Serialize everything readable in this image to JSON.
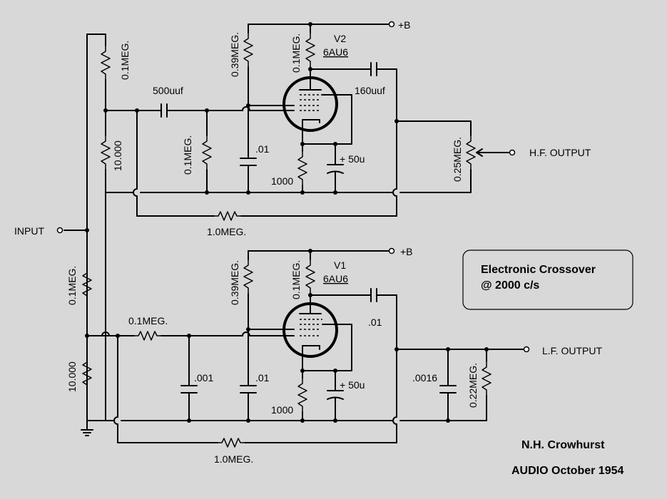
{
  "labels": {
    "input": "INPUT",
    "plus_b": "+B",
    "hf_output": "H.F. OUTPUT",
    "lf_output": "L.F. OUTPUT",
    "r_0_1meg": "0.1MEG.",
    "r_10000": "10.000",
    "r_0_39meg": "0.39MEG.",
    "r_0_25meg": "0.25MEG.",
    "r_0_22meg": "0.22MEG.",
    "r_1000": "1000",
    "r_1_0meg": "1.0MEG.",
    "c_500uuf": "500uuf",
    "c_160uuf": "160uuf",
    "c_01": ".01",
    "c_001": ".001",
    "c_0016": ".0016",
    "c_50u": "+ 50u",
    "v2": "V2",
    "v1": "V1",
    "tube": "6AU6"
  },
  "title_box": {
    "line1": "Electronic Crossover",
    "line2": "@ 2000 c/s"
  },
  "credits": {
    "author": "N.H. Crowhurst",
    "source": "AUDIO October 1954"
  }
}
